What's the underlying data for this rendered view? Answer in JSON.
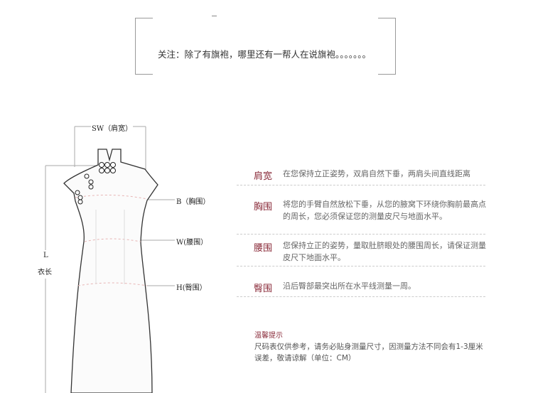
{
  "notice": {
    "text": "关注：除了有旗袍，哪里还有一帮人在说旗袍。。。。。。。"
  },
  "diagram": {
    "sw_label": "SW（肩宽）",
    "b_label": "B（胸围）",
    "w_label": "W(腰围）",
    "h_label": "H(臀围）",
    "l_label": "L",
    "l_sub": "衣长"
  },
  "measurements": [
    {
      "label": "肩宽",
      "text": "在您保持立正姿势，双肩自然下垂，两肩头间直线距离"
    },
    {
      "label": "胸围",
      "text": "将您的手臂自然放松下垂，从您的腋窝下环绕你胸前最高点的周长，您必须保证您的测量皮尺与地面水平。"
    },
    {
      "label": "腰围",
      "text": "您保持立正的姿势，量取肚脐眼处的腰围周长，请保证测量皮尺下地面水平。"
    },
    {
      "label": "臀围",
      "text": "沿后臀部最突出所在水平线测量一周。"
    }
  ],
  "tip": {
    "title": "温馨提示",
    "text": "尺码表仅供参考，请务必贴身测量尺寸，因测量方法不同会有1-3厘米误差，敬请谅解（单位：CM）"
  }
}
